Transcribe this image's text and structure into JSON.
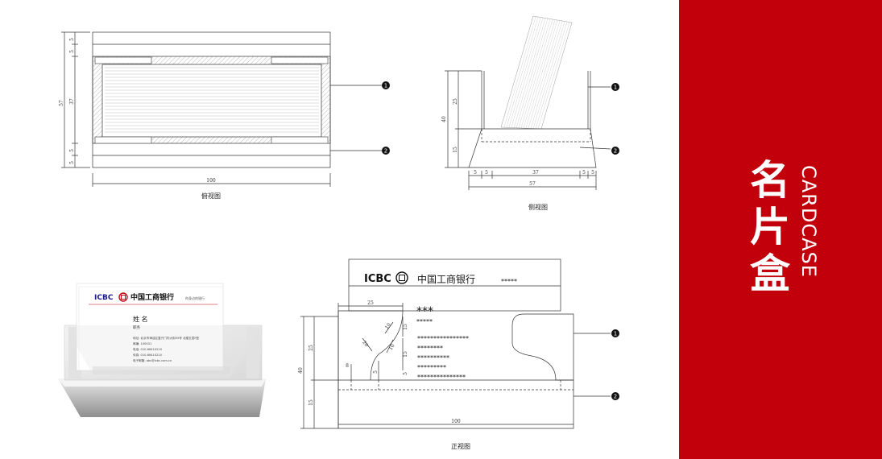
{
  "title": {
    "cn": [
      "名",
      "片",
      "盒"
    ],
    "en": "CARDCASE"
  },
  "colors": {
    "accent": "#c1000b",
    "line": "#333333"
  },
  "views": {
    "top": {
      "caption": "俯视图",
      "dims": {
        "total_depth": "57",
        "inner": "37",
        "edge": "5",
        "length": "100"
      }
    },
    "side": {
      "caption": "侧视图",
      "dims": {
        "height": "40",
        "upper": "25",
        "lower": "15",
        "edge": "5",
        "inner": "37",
        "depth": "57"
      }
    },
    "front": {
      "caption": "正视图",
      "dims": {
        "height": "40",
        "upper": "25",
        "lower": "15",
        "width": "100",
        "top_width": "25",
        "cut_a": "15",
        "cut_b": "15",
        "small_8": "8",
        "small_5": "5",
        "small_5b": "5",
        "r10": "10",
        "r20": "20",
        "r10b": "10"
      },
      "logo": "ICBC",
      "bank": "中国工商银行",
      "tagline": "*****",
      "name": "***",
      "title_line": "*****",
      "info_lines": [
        "****************",
        "********",
        "**********",
        "*********",
        "***************"
      ]
    },
    "callouts": [
      "1",
      "2"
    ]
  },
  "photo_card": {
    "logo": "ICBC",
    "bank": "中国工商银行",
    "slogan": "你身边的银行",
    "name": "姓 名",
    "position": "职务",
    "address": "地址: 北京市海淀区复兴门内大街55号 北楼五层F座",
    "postcode": "邮编: 100031",
    "phone": "电话: 010-66410210",
    "fax": "传真: 010-66410210",
    "email": "电子邮箱: abc@icbc.com.cn"
  }
}
